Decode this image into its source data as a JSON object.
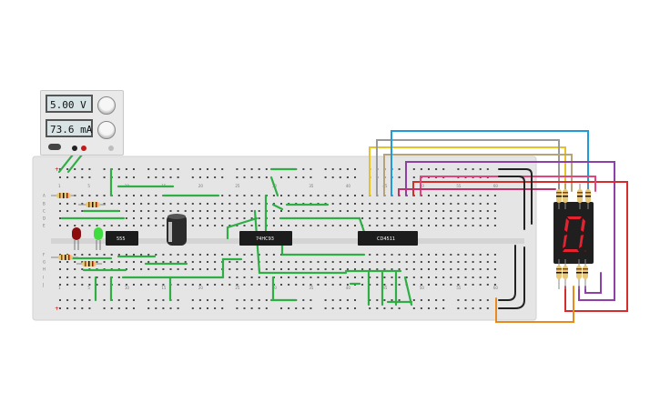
{
  "power_supply": {
    "voltage": "5.00 V",
    "current": "73.6 mA"
  },
  "chips": [
    {
      "label": "555"
    },
    {
      "label": "74HC93"
    },
    {
      "label": "CD4511"
    }
  ],
  "breadboard": {
    "column_ticks": [
      "1",
      "5",
      "10",
      "15",
      "20",
      "25",
      "30",
      "35",
      "40",
      "45",
      "50",
      "55",
      "60"
    ],
    "row_labels_top": [
      "A",
      "B",
      "C",
      "D",
      "E"
    ],
    "row_labels_bottom": [
      "F",
      "G",
      "H",
      "I",
      "J"
    ]
  },
  "display": {
    "digit_shown": "0",
    "segment_color": "#e8212e"
  },
  "colors": {
    "board": "#e5e5e5",
    "jumper": "#2fae45",
    "wire_yellow": "#e6c229",
    "wire_gray": "#9a9a9a",
    "wire_tan": "#b5a47a",
    "wire_blue": "#1e9bd8",
    "wire_purple": "#8e3fa8",
    "wire_red": "#d62c2c",
    "wire_pink": "#e0457c",
    "wire_orange": "#e88a1e",
    "wire_black": "#222222"
  }
}
